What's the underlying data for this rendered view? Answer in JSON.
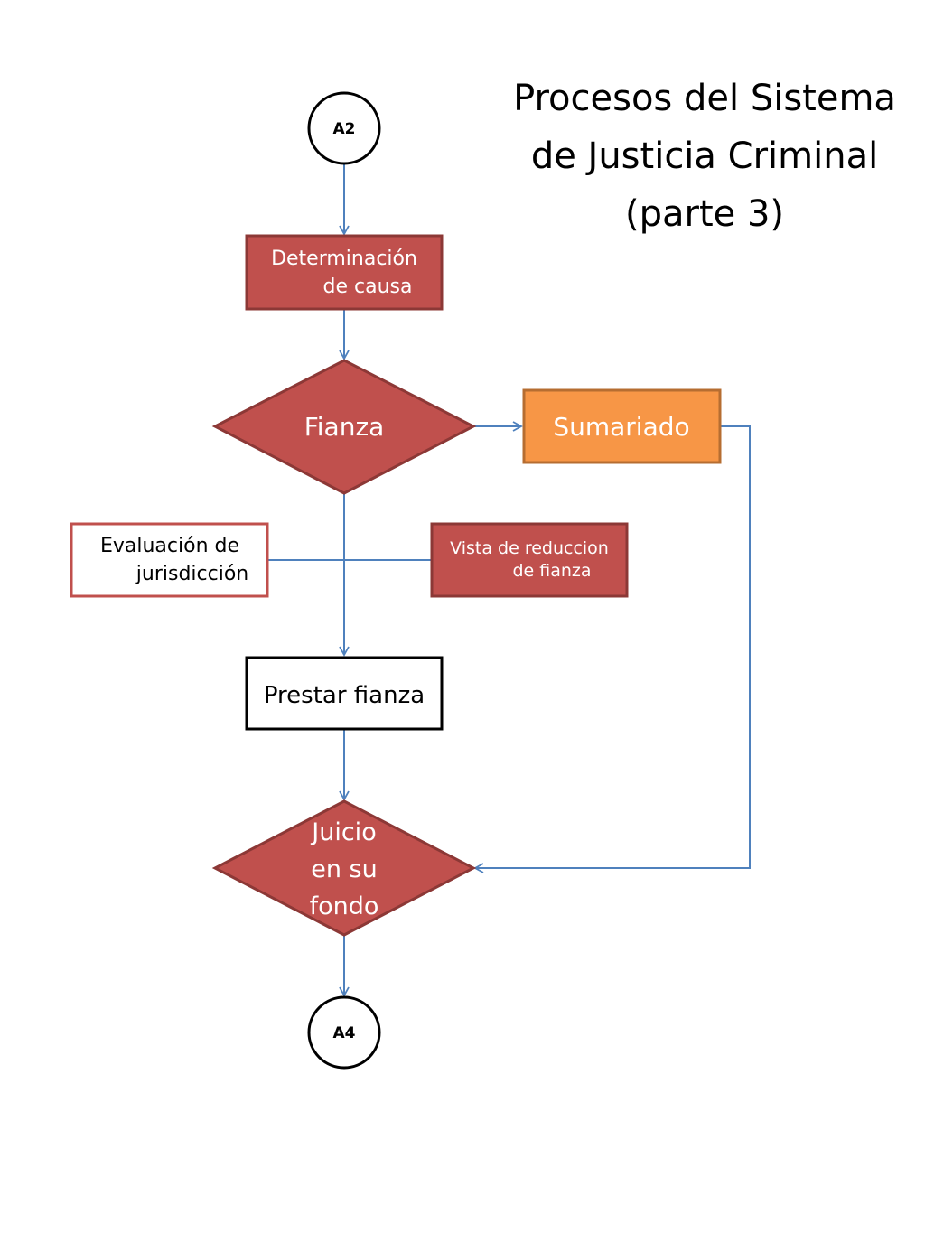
{
  "title": {
    "line1": "Procesos del Sistema",
    "line2": "de Justicia Criminal",
    "line3": "(parte 3)"
  },
  "nodes": {
    "start_connector": "A2",
    "determinacion": {
      "line1": "Determinación",
      "line2": "de causa"
    },
    "fianza": "Fianza",
    "sumariado": "Sumariado",
    "evaluacion": {
      "line1": "Evaluación de",
      "line2": "jurisdicción"
    },
    "vista": {
      "line1": "Vista de reduccion",
      "line2": "de fianza"
    },
    "prestar": "Prestar fianza",
    "juicio": {
      "line1": "Juicio",
      "line2": "en su",
      "line3": "fondo"
    },
    "end_connector": "A4"
  },
  "colors": {
    "red_fill": "#c0504d",
    "red_border": "#8c3836",
    "orange_fill": "#f79646",
    "orange_border": "#b66d31",
    "arrow": "#4f81bd",
    "outline_red": "#c0504d",
    "black": "#000000"
  }
}
